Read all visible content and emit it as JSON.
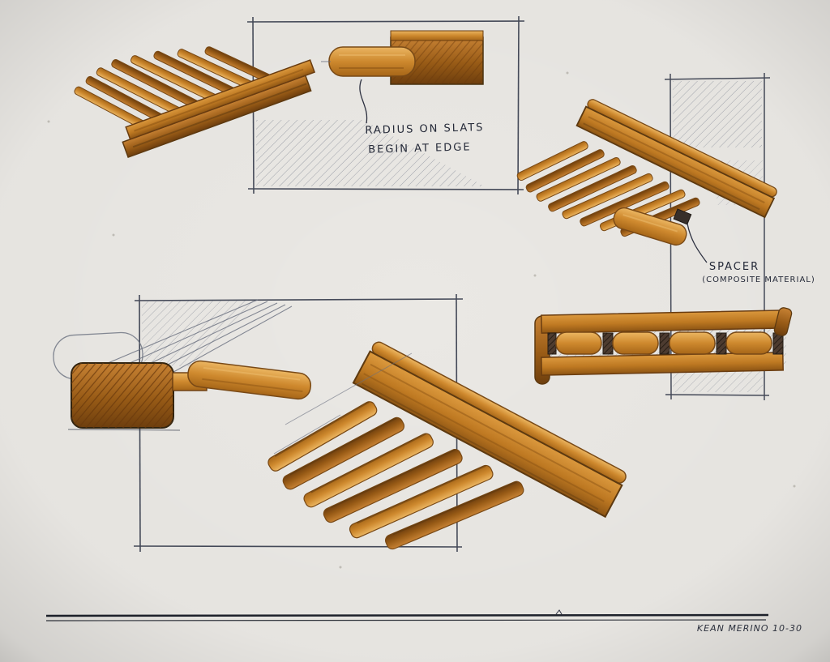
{
  "meta": {
    "title": "Hand-drawn wood slat construction detail sketch"
  },
  "annotations": {
    "radius_note_line1": "RADIUS ON SLATS",
    "radius_note_line2": "BEGIN AT EDGE",
    "spacer_note_line1": "SPACER",
    "spacer_note_line2": "(COMPOSITE MATERIAL)",
    "signature": "KEAN MERINO 10-30"
  },
  "colors": {
    "paper": "#eae8e4",
    "ink": "#2c3040",
    "pencil": "#6a7080",
    "wood_light": "#eeb863",
    "wood_mid": "#c97f28",
    "wood_dark": "#8a5214",
    "marker_deep": "#6b3d10",
    "spacer_dark": "#4e3c30"
  }
}
